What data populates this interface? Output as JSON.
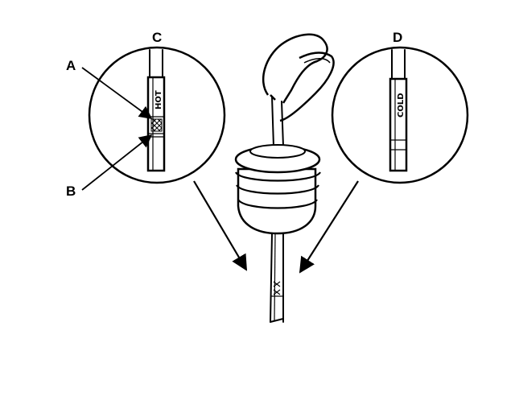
{
  "diagram": {
    "callouts": {
      "a": "A",
      "b": "B",
      "c": "C",
      "d": "D"
    },
    "markings": {
      "hot": "HOT",
      "cold": "COLD"
    }
  }
}
